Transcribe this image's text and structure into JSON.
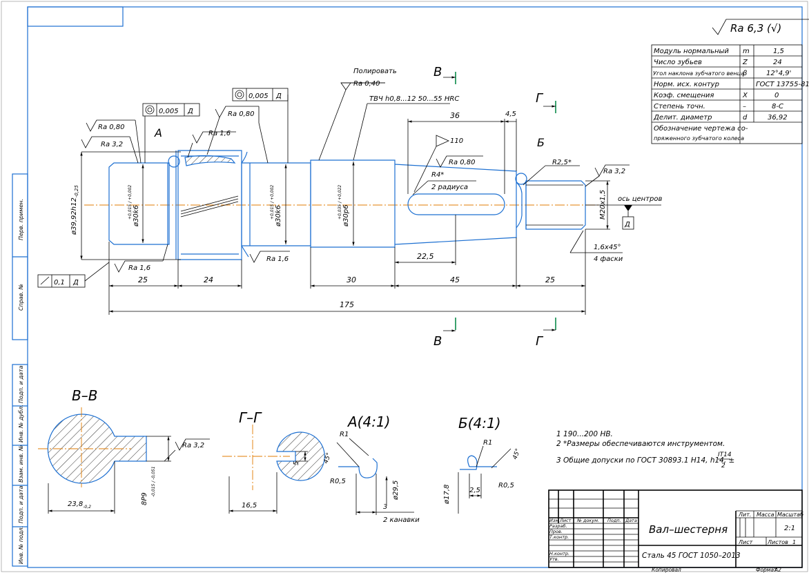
{
  "roughness": {
    "general": "Ra 6,3 (√)"
  },
  "params": [
    {
      "name": "Модуль нормальный",
      "sym": "m",
      "val": "1,5"
    },
    {
      "name": "Число зубьев",
      "sym": "Z",
      "val": "24"
    },
    {
      "name": "Угол наклона зубчатого венца",
      "sym": "β",
      "val": "12°4,9'"
    },
    {
      "name": "Норм. исх. контур",
      "sym": "",
      "val": "ГОСТ 13755-81"
    },
    {
      "name": "Коэф. смещения",
      "sym": "X",
      "val": "0"
    },
    {
      "name": "Степень точн.",
      "sym": "–",
      "val": "8-С"
    },
    {
      "name": "Делит. диаметр",
      "sym": "d",
      "val": "36,92"
    },
    {
      "name": "Обозначение чертежа со-",
      "sym": "",
      "val": ""
    },
    {
      "name": "пряженного зубчатого колеса",
      "sym": "",
      "val": ""
    }
  ],
  "labels": {
    "polish": "Полировать",
    "ra040": "Ra 0,40",
    "tvch": "ТВЧ h0,8...12 50...55 HRC",
    "ra080": "Ra 0,80",
    "ra16": "Ra 1,6",
    "ra32": "Ra 3,2",
    "tol005": "0,005",
    "tolD": "Д",
    "tol01": "0,1",
    "leaderA": "А",
    "leaderB": "Б",
    "r4": "R4*",
    "radii2": "2 радиуса",
    "rough110": "110",
    "r25": "R2,5*",
    "m20": "M20x1,5",
    "axisCenters": "ось центров",
    "baseD": "Д",
    "chamfer": "1,6x45°",
    "chamfers4": "4 фаски",
    "secV": "В",
    "secG": "Г",
    "d392": "ø39,92h12",
    "d392tol": "-0,25",
    "d30k6": "ø30k6",
    "d30k6tol": "+0,015 / +0,002",
    "d30p6": "ø30p6",
    "d30p6tol": "+0,035 / +0,022"
  },
  "dims": {
    "d25a": "25",
    "d24": "24",
    "d30": "30",
    "d45": "45",
    "d25b": "25",
    "d175": "175",
    "d36": "36",
    "d45small": "4,5",
    "d225": "22,5"
  },
  "sections": {
    "vv": {
      "title": "В–В",
      "w": "23,8",
      "wtol": "-0,2",
      "ra": "Ra 3,2",
      "key": "8P9",
      "keytol": "-0,015 / -0,051"
    },
    "gg": {
      "title": "Г–Г",
      "w": "16,5",
      "key": "5"
    },
    "a": {
      "title": "А(4:1)",
      "r1": "R1",
      "r05": "R0,5",
      "ang": "45°",
      "d": "ø29,5",
      "w": "3",
      "note": "2 канавки"
    },
    "b": {
      "title": "Б(4:1)",
      "r1": "R1",
      "r05": "R0,5",
      "ang": "45°",
      "d": "ø17,8",
      "w": "2,5"
    }
  },
  "notes": [
    "1 190...200 HB.",
    "2 *Размеры обеспечиваются инструментом.",
    "3 Общие допуски по ГОСТ 30893.1 H14, h14, ±"
  ],
  "noteFracTop": "IT14",
  "noteFracBottom": "2",
  "title": {
    "name": "Вал–шестерня",
    "material": "Сталь 45 ГОСТ 1050–2013",
    "scale": "2:1",
    "hdr": [
      "Изм",
      "Лист",
      "№ докум.",
      "Подп.",
      "Дата"
    ],
    "roles": [
      "Разраб.",
      "Пров.",
      "Т.контр.",
      "",
      "Н.контр.",
      "Утв."
    ],
    "lit": "Лит.",
    "mass": "Масса",
    "scaleLbl": "Масштаб",
    "sheet": "Лист",
    "sheets": "Листов",
    "sheetsVal": "1",
    "copied": "Копировал",
    "format": "Формат",
    "formatVal": "А2"
  },
  "sidebar": [
    "Перв. примен.",
    "Справ. №",
    "Подп. и дата",
    "Инв. № дубл.",
    "Взам. инв. №",
    "Подп. и дата",
    "Инв. № подл."
  ]
}
